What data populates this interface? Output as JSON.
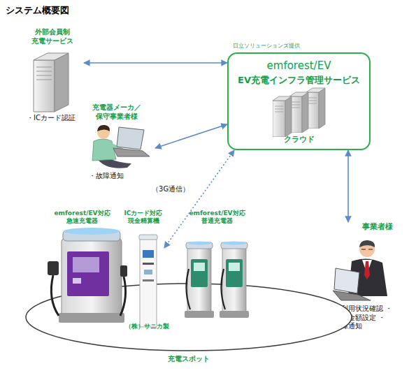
{
  "diagram": {
    "title": "システム概要図",
    "nodes": [
      {
        "text": [
          "外部会員制 充電サービス",
          "・ICカード認証"
        ]
      },
      {
        "text": [
          "日立ソリューションズ提供",
          "emforest/EV",
          "EV充電インフラ管理サービス",
          "クラウド"
        ]
      },
      {
        "text": [
          "充電器メーカ／ 保守事業者様",
          "・故障通知"
        ]
      },
      {
        "text": [
          "事業者様",
          "・利用状況確認 ・課金金額設定 ・故障通知"
        ]
      },
      {
        "text": [
          "充電スポット"
        ]
      },
      {
        "text": [
          "emforest/EV対応 急速充電器"
        ],
        "in": 4
      },
      {
        "text": [
          "ICカード対応 現金精算機"
        ],
        "in": 4
      },
      {
        "text": [
          "emforest/EV対応 普通充電器"
        ],
        "in": 4
      }
    ],
    "edges": [
      {
        "from": 0,
        "to": 1,
        "arrow": "both"
      },
      {
        "from": 2,
        "to": 1,
        "arrow": "both"
      },
      {
        "from": 1,
        "to": 6,
        "label": "（3G通信）",
        "arrow": "both"
      },
      {
        "from": 1,
        "to": 3,
        "arrow": "both"
      }
    ],
    "labels": [
      "（株）サニカ製"
    ]
  }
}
